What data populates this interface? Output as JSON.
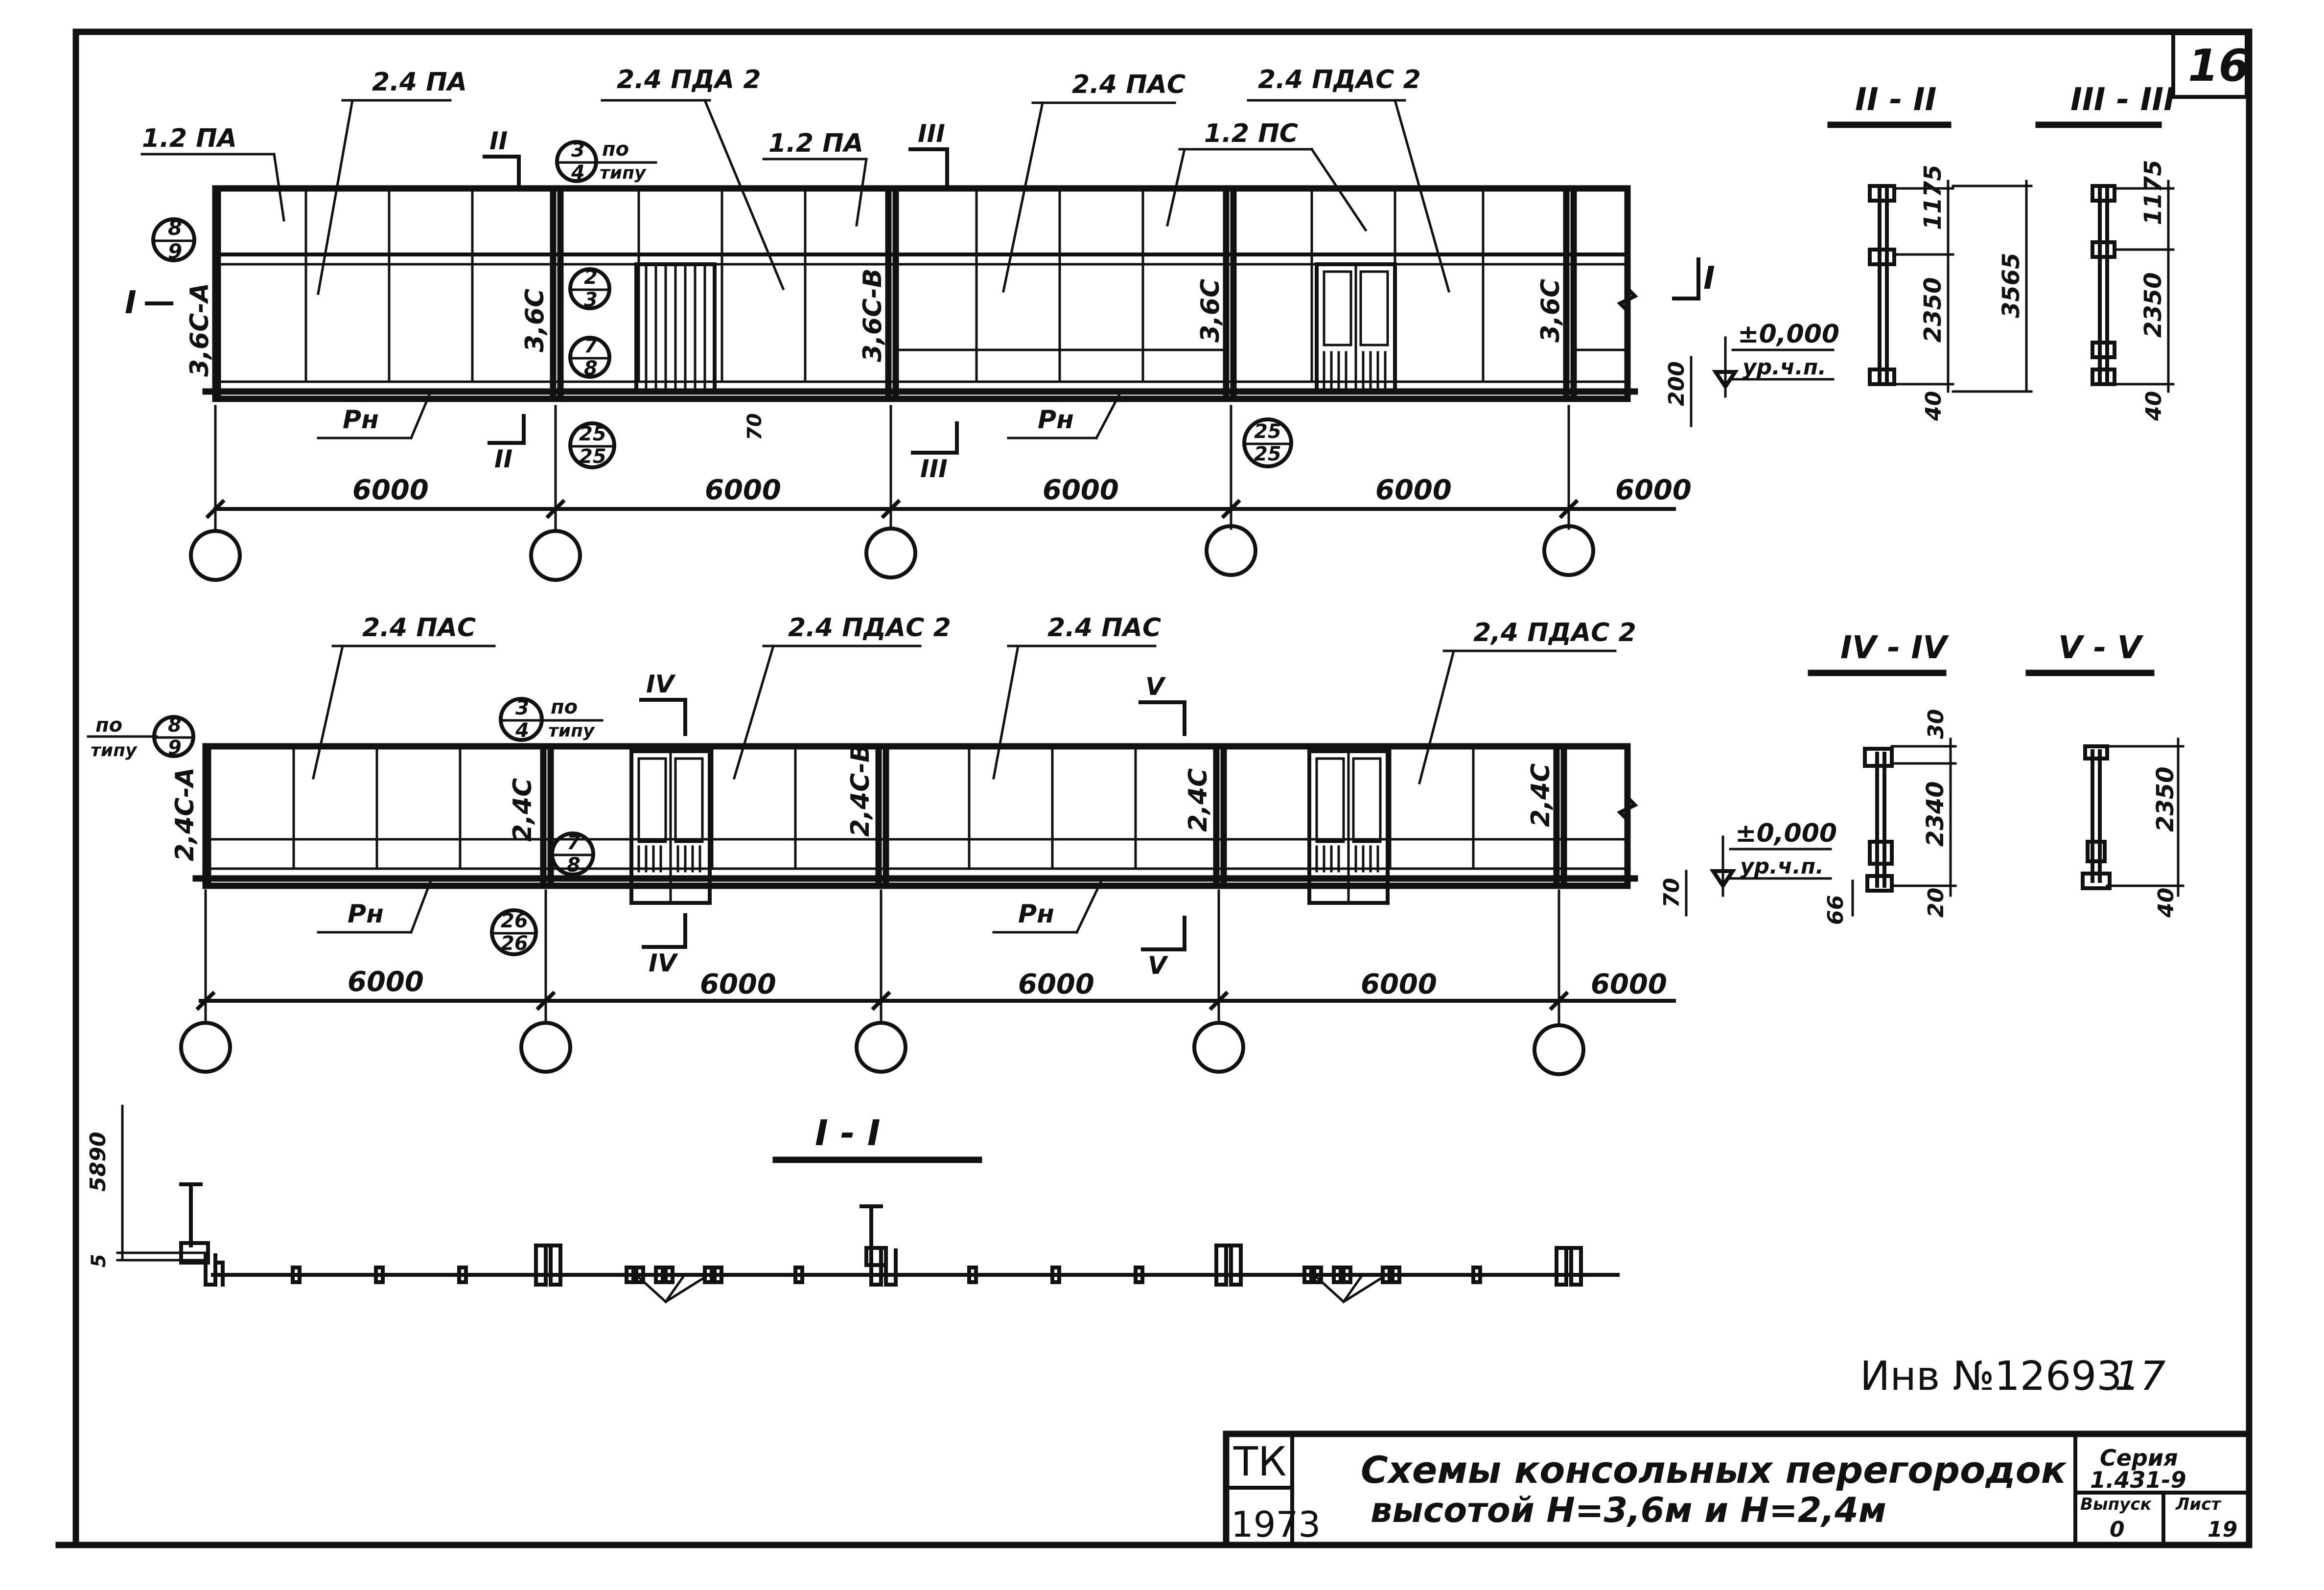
{
  "sheet": {
    "corner_tag": "16",
    "inventory": "Инв №12693.",
    "inventory_suffix": "17"
  },
  "title_block": {
    "org": "ТК",
    "year": "1973",
    "title_line1": "Схемы консольных перегородок",
    "title_line2": "высотой  Н=3,6м  и  Н=2,4м",
    "series_label": "Серия",
    "series_value": "1.431-9",
    "issue_label": "Выпуск",
    "issue_value": "0",
    "sheet_label": "Лист",
    "sheet_value": "19"
  },
  "elevation1": {
    "panel_labels": [
      "1.2 ПА",
      "2.4 ПА",
      "2.4 ПДА 2",
      "1.2 ПА",
      "2.4 ПАС",
      "1.2 ПС",
      "2.4 ПДАС 2"
    ],
    "post_labels": [
      "3,6С-А",
      "3,6С",
      "3,6С-В",
      "3,6С",
      "3,6С"
    ],
    "rn_labels": [
      "Рн",
      "Рн"
    ],
    "note_po": "по",
    "note_tipu": "типу",
    "callouts": [
      {
        "top": "8",
        "bottom": "9"
      },
      {
        "top": "3",
        "bottom": "4"
      },
      {
        "top": "2",
        "bottom": "3"
      },
      {
        "top": "7",
        "bottom": "8"
      },
      {
        "top": "25",
        "bottom": "25"
      },
      {
        "top": "25",
        "bottom": "25"
      }
    ],
    "section_marks": [
      "I",
      "I",
      "II",
      "II",
      "III",
      "III"
    ],
    "dims": [
      "6000",
      "6000",
      "6000",
      "6000",
      "6000"
    ],
    "level": "±0,000",
    "level_note": "ур.ч.п.",
    "dim_small": [
      "200",
      "70"
    ]
  },
  "section2": {
    "title": "II - II",
    "dims": [
      "1175",
      "2350",
      "40",
      "3565"
    ]
  },
  "section3": {
    "title": "III - III",
    "dims": [
      "1175",
      "2350",
      "40"
    ]
  },
  "elevation2": {
    "panel_labels": [
      "2.4 ПАС",
      "2.4 ПДАС 2",
      "2.4 ПАС",
      "2,4 ПДАС 2"
    ],
    "post_labels": [
      "2,4С-А",
      "2,4С",
      "2,4С-В",
      "2,4С",
      "2,4С"
    ],
    "rn_labels": [
      "Рн",
      "Рн"
    ],
    "note_po": "по",
    "note_tipu": "типу",
    "callouts": [
      {
        "top": "8",
        "bottom": "9"
      },
      {
        "top": "3",
        "bottom": "4"
      },
      {
        "top": "7",
        "bottom": "8"
      },
      {
        "top": "26",
        "bottom": "26"
      }
    ],
    "section_marks": [
      "IV",
      "IV",
      "V",
      "V"
    ],
    "dims": [
      "6000",
      "6000",
      "6000",
      "6000",
      "6000"
    ],
    "level": "±0,000",
    "level_note": "ур.ч.п.",
    "dim_small": [
      "70"
    ]
  },
  "section4": {
    "title": "IV - IV",
    "dims": [
      "30",
      "2340",
      "20",
      "66"
    ]
  },
  "section5": {
    "title": "V - V",
    "dims": [
      "2350",
      "40"
    ]
  },
  "plan": {
    "title": "I - I",
    "dims": [
      "5890",
      "5"
    ]
  }
}
